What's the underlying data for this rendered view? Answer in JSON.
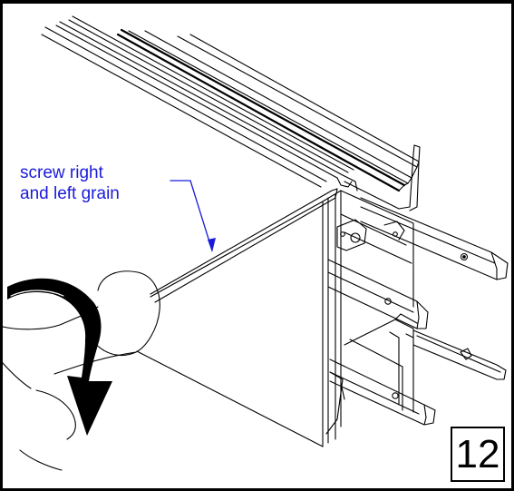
{
  "callout": {
    "line1": "screw right",
    "line2": "and left grain",
    "color": "#1a1adc"
  },
  "step": {
    "number": "12"
  }
}
